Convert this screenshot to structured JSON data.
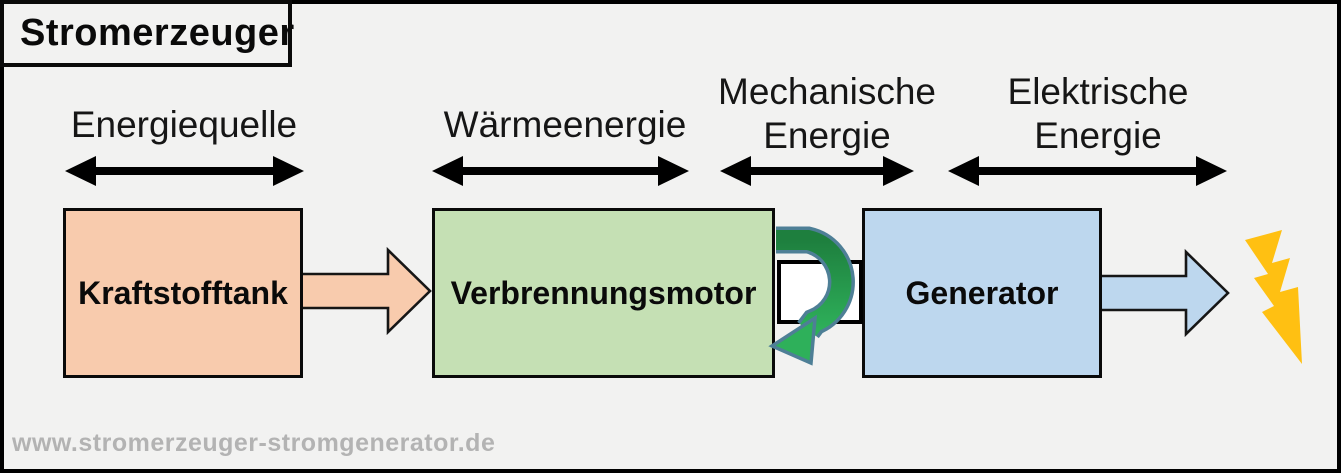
{
  "title": "Stromerzeuger",
  "flow_labels": [
    {
      "label": "Energiequelle"
    },
    {
      "label": "Wärmeenergie"
    },
    {
      "label": "Mechanische\nEnergie"
    },
    {
      "label": "Elektrische\nEnergie"
    }
  ],
  "nodes": [
    {
      "label": "Kraftstofftank",
      "fill": "#F8CBAD"
    },
    {
      "label": "Verbrennungsmotor",
      "fill": "#C5E0B4"
    },
    {
      "label": "Generator",
      "fill": "#BDD7EE"
    }
  ],
  "icons": [
    {
      "name": "lightning-bolt-icon",
      "color": "#FFC012"
    },
    {
      "name": "rotation-arrow-icon",
      "color_top": "#1E7F3E",
      "color_bottom": "#2EB05A",
      "outline": "#4E7F96"
    }
  ],
  "watermark": "www.stromerzeuger-stromgenerator.de",
  "colors": {
    "background": "#F2F2F1",
    "frame_border": "#000000",
    "flow_arrow": "#000000",
    "watermark_gray": "#B3B3B3"
  }
}
